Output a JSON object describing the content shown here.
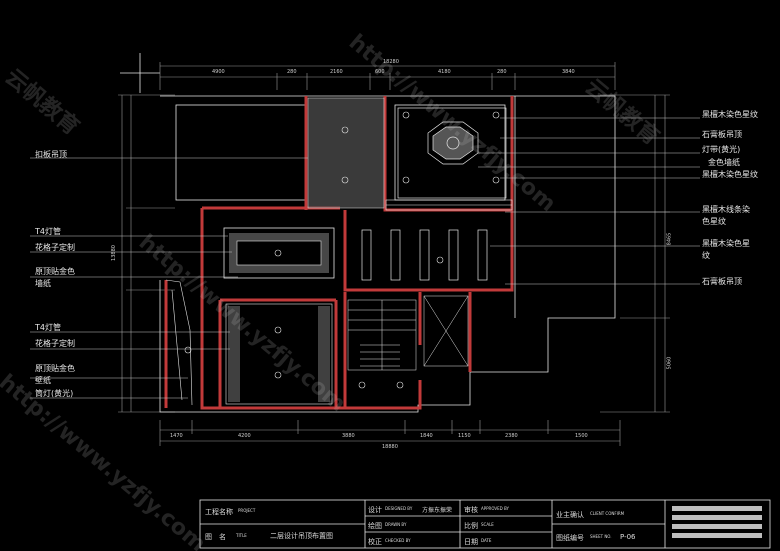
{
  "colors": {
    "background": "#000000",
    "wall": "#c23a3a",
    "line": "#e6e6e6",
    "dim_line": "#9a9a9a",
    "hatch": "#bdbdbd"
  },
  "dimensions": {
    "top_overall": "18280",
    "top_segments": [
      "4900",
      "280",
      "2160",
      "600",
      "4180",
      "280",
      "3840"
    ],
    "bottom_overall": "18880",
    "bottom_segments": [
      "1470",
      "4200",
      "3880",
      "1840",
      "1150",
      "2380",
      "1500"
    ],
    "left_overall": "13880",
    "right_overall": "8465",
    "right_lower": "5060"
  },
  "left_labels": [
    "扣板吊顶",
    "T4灯管",
    "花格子定制",
    "原顶贴金色",
    "墙纸",
    "T4灯管",
    "花格子定制",
    "原顶贴金色",
    "壁纸",
    "筒灯(黄光)"
  ],
  "right_labels": [
    "黑檀木染色星纹",
    "石膏板吊顶",
    "灯带(黄光)",
    "金色墙纸",
    "黑檀木染色星纹",
    "黑檀木线条染",
    "色星纹",
    "黑檀木染色星",
    "纹",
    "石膏板吊顶"
  ],
  "title_block": {
    "project_label": "工程名称",
    "project_label_en": "PROJECT",
    "drawing_label": "图　名",
    "drawing_label_en": "TITLE",
    "drawing_title": "二层设计吊顶布置图",
    "design_label": "设计",
    "design_en": "DESIGNED BY",
    "design_name": "方振东振荣",
    "audit_label": "审核",
    "audit_en": "APPROVED BY",
    "draw_label": "绘图",
    "draw_en": "DRAWN BY",
    "scale_label": "比例",
    "scale_en": "SCALE",
    "check_label": "校正",
    "check_en": "CHECKED BY",
    "date_label": "日期",
    "date_en": "DATE",
    "owner_label": "业主确认",
    "owner_en": "CLIENT CONFIRM",
    "sheet_label": "图纸编号",
    "sheet_en": "SHEET NO.",
    "sheet_no": "P-06"
  },
  "watermarks": [
    "http://www.yzfjy.com",
    "云帆教育",
    "http://www.yzfjy.com",
    "云帆教育",
    "http://www.yzfjy.com"
  ]
}
